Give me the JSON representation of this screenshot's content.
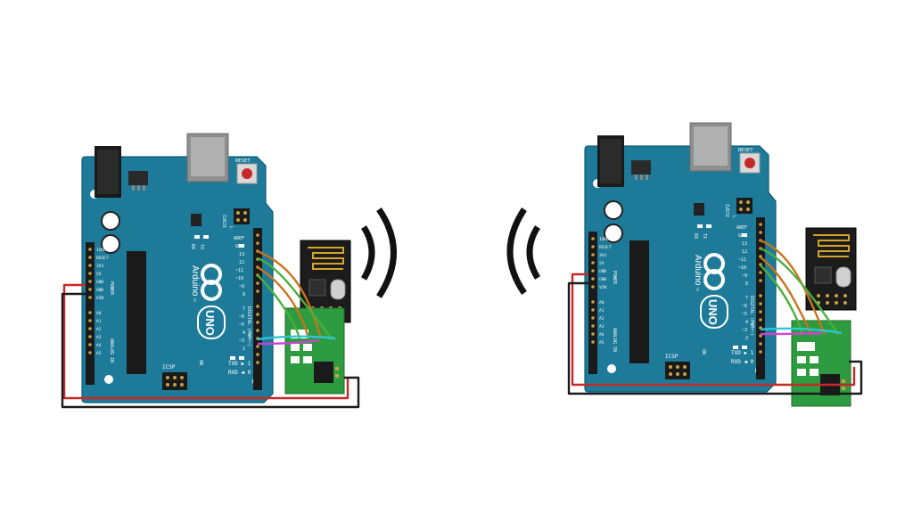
{
  "diagram": {
    "boards": [
      {
        "id": "transmitter",
        "board": {
          "brand": "Arduino",
          "tm": "™",
          "model": "UNO",
          "reset": "RESET",
          "icsp2": "ICSP2",
          "icsp": "ICSP",
          "on": "ON",
          "l": "L",
          "tx": "TX",
          "rx": "RX",
          "aref": "AREF",
          "gnd": "GND",
          "pins_top": [
            "13",
            "12",
            "~11",
            "~10",
            "~9",
            "8"
          ],
          "pins_bottom": [
            "7",
            "~6",
            "~5",
            "4",
            "~3",
            "2"
          ],
          "txd": "TXD ▶ 1",
          "rxd": "RXD ◀ 0",
          "digital": "DIGITAL (PWM=~)",
          "power_pins": [
            "IOREF",
            "RESET",
            "3V3",
            "5V",
            "GND",
            "GND",
            "VIN"
          ],
          "power": "POWER",
          "analog_pins": [
            "A0",
            "A1",
            "A2",
            "A3",
            "A4",
            "A5"
          ],
          "analog": "ANALOG IN"
        }
      },
      {
        "id": "receiver",
        "board": {
          "brand": "Arduino",
          "tm": "™",
          "model": "UNO",
          "reset": "RESET",
          "icsp2": "ICSP2",
          "icsp": "ICSP",
          "on": "ON",
          "l": "L",
          "tx": "TX",
          "rx": "RX",
          "aref": "AREF",
          "gnd": "GND",
          "pins_top": [
            "13",
            "12",
            "~11",
            "~10",
            "~9",
            "8"
          ],
          "pins_bottom": [
            "7",
            "~6",
            "~5",
            "4",
            "~3",
            "2"
          ],
          "txd": "TXD ▶ 1",
          "rxd": "RXD ◀ 0",
          "digital": "DIGITAL (PWM=~)",
          "power_pins": [
            "IOREF",
            "RESET",
            "3V3",
            "5V",
            "GND",
            "GND",
            "VIN"
          ],
          "power": "POWER",
          "analog_pins": [
            "A0",
            "A1",
            "A2",
            "A3",
            "A4",
            "A5"
          ],
          "analog": "ANALOG IN"
        }
      }
    ],
    "signal_waves": {
      "left_count": 2,
      "right_count": 2
    },
    "colors": {
      "board": "#1e7a99",
      "board_edge": "#0d5d77",
      "header": "#1a1a1a",
      "radio": "#1c1c1c",
      "adapter": "#2d9b3f",
      "wire_red": "#c62828",
      "wire_black": "#1a1a1a",
      "wire_orange": "#c8741d",
      "wire_green": "#4caf3d",
      "wire_cyan": "#2cc8d8",
      "wire_magenta": "#cc44cc"
    }
  }
}
